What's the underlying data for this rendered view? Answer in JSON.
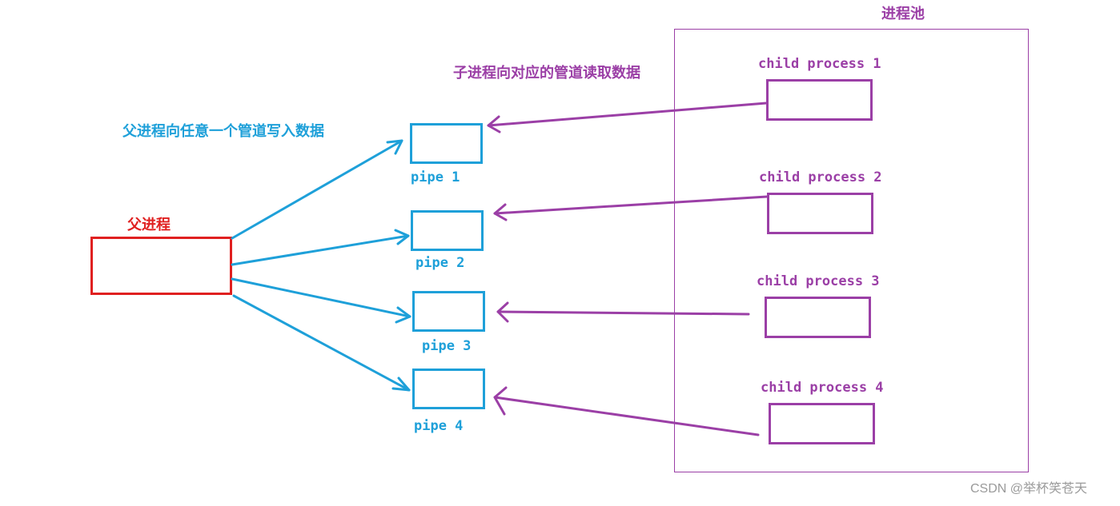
{
  "colors": {
    "parent": "#e02020",
    "pipe": "#1ea0d9",
    "child": "#9b3fa6",
    "watermark": "#9a9a9a"
  },
  "pool_label": "进程池",
  "write_label": "父进程向任意一个管道写入数据",
  "read_label": "子进程向对应的管道读取数据",
  "parent_label": "父进程",
  "pipes": [
    {
      "label": "pipe 1"
    },
    {
      "label": "pipe 2"
    },
    {
      "label": "pipe 3"
    },
    {
      "label": "pipe 4"
    }
  ],
  "children": [
    {
      "label": "child process 1"
    },
    {
      "label": "child process 2"
    },
    {
      "label": "child process 3"
    },
    {
      "label": "child process 4"
    }
  ],
  "watermark": "CSDN @举杯笑苍天"
}
